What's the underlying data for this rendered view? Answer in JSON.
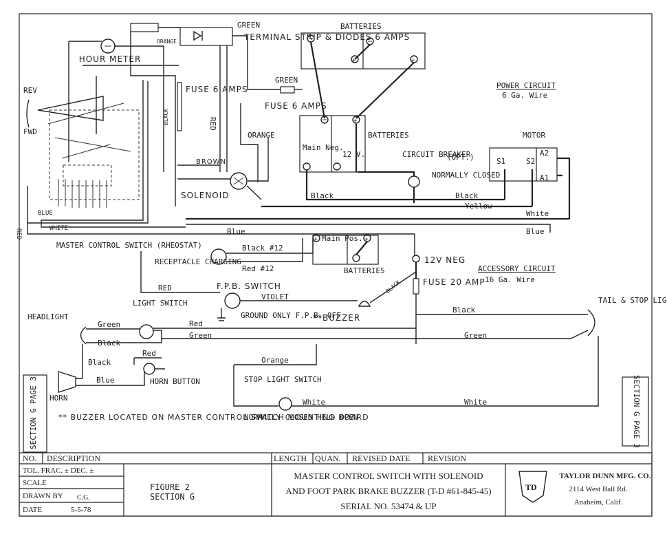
{
  "labels": {
    "hour_meter": "HOUR METER",
    "terminal_strip": "TERMINAL STRIP & DIODES 6 AMPS",
    "batteries_top": "BATTERIES",
    "batteries_mid": "BATTERIES",
    "batteries_low": "BATTERIES",
    "power_circuit": "POWER CIRCUIT",
    "power_gauge": "6 Ga. Wire",
    "motor": "MOTOR",
    "motor_a2": "A2",
    "motor_s1": "S1",
    "motor_s2": "S2",
    "motor_a1": "A1",
    "fuse_left": "FUSE 6 AMPS",
    "fuse_right": "FUSE 6 AMPS",
    "fuse_20": "FUSE 20 AMP",
    "rev": "REV",
    "fwd": "FWD",
    "solenoid": "SOLENOID",
    "main_neg": "Main Neg.",
    "twelve_v": "12 V.",
    "circuit_breaker": "CIRCUIT BREAKER",
    "opt": "(OPT.)",
    "normally_closed_cb": "NORMALLY CLOSED",
    "master_control": "MASTER CONTROL SWITCH (RHEOSTAT)",
    "receptacle": "RECEPTACLE CHARGING",
    "main_pos": "Main Pos.",
    "twelve_v_neg": "12V NEG",
    "accessory_circuit": "ACCESSORY CIRCUIT",
    "accessory_gauge": "16 Ga. Wire",
    "fpb_switch": "F.P.B. SWITCH",
    "ground_only": "GROUND ONLY F.P.B. OFF",
    "buzzer": "**BUZZER",
    "headlight": "HEADLIGHT",
    "light_switch": "LIGHT SWITCH",
    "tail_stop": "TAIL & STOP LIGHT",
    "horn": "HORN",
    "horn_button": "HORN BUTTON",
    "stop_light_switch": "STOP LIGHT SWITCH",
    "normally_closed_held": "NORMALLY CLOSED HELD OPEN",
    "buzzer_note": "** BUZZER LOCATED ON MASTER CONTROL SWITCH MOUNTING BOARD",
    "section_left": "SECTION G PAGE 3",
    "section_right": "SECTION G PAGE 3"
  },
  "wires": {
    "green_top": "GREEN",
    "orange_top": "ORANGE",
    "green_right": "GREEN",
    "black_strip": "BLACK",
    "red_strip": "RED",
    "orange_mid": "ORANGE",
    "brown": "BROWN",
    "black_main": "Black",
    "black_motor": "Black",
    "yellow": "Yellow",
    "white_motor": "White",
    "blue_long": "Blue",
    "blue_right": "Blue",
    "blue_left": "BLUE",
    "white_left": "WHITE",
    "red_left": "RED",
    "black12": "Black #12",
    "red12": "Red #12",
    "red_fpb": "RED",
    "violet": "VIOLET",
    "green_headlight": "Green",
    "black_headlight": "Black",
    "red_ls": "Red",
    "green_ls": "Green",
    "black_tail": "Black",
    "green_tail": "Green",
    "black_horn": "Black",
    "blue_horn": "Blue",
    "red_horn": "Red",
    "orange_stop": "Orange",
    "white_stop1": "White",
    "white_stop2": "White",
    "black_buzzer": "BLACK"
  },
  "title_block": {
    "no": "NO.",
    "description": "DESCRIPTION",
    "length": "LENGTH",
    "quan": "QUAN.",
    "revised_date": "REVISED DATE",
    "revision": "REVISION",
    "tol": "TOL. FRAC. ±    DEC. ±",
    "scale": "SCALE",
    "drawn_by": "DRAWN BY",
    "drawn_by_value": "C.G.",
    "date": "DATE",
    "date_value": "5-5-78",
    "figure": "FIGURE 2",
    "section": "SECTION G",
    "title1": "MASTER CONTROL SWITCH WITH SOLENOID",
    "title2": "AND FOOT PARK BRAKE BUZZER (T-D #61-845-45)",
    "title3": "SERIAL NO. 53474 & UP",
    "company": "TAYLOR DUNN MFG. CO.",
    "address": "2114 West Ball Rd.",
    "city": "Anaheim, Calif.",
    "logo_letters": "TD"
  }
}
